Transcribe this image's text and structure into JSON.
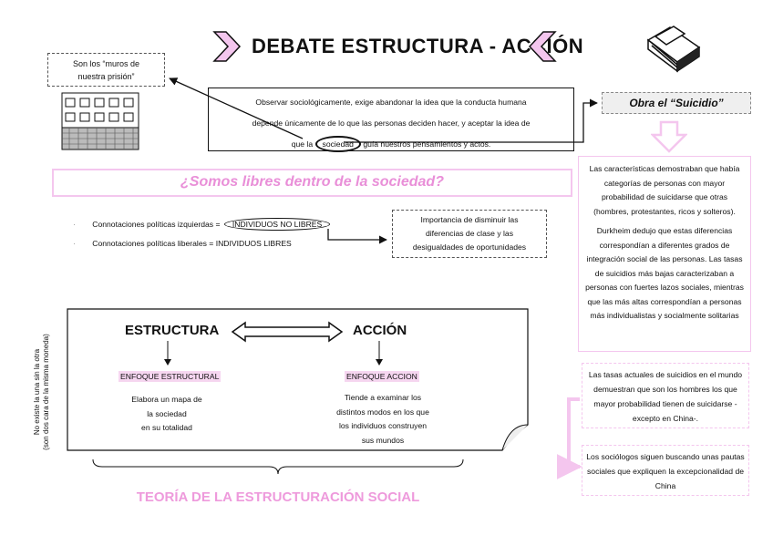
{
  "title": "DEBATE ESTRUCTURA - ACCIÓN",
  "muros": {
    "line1": "Son los “muros de",
    "line2": "nuestra prisión”"
  },
  "main_text": {
    "line1": "Observar sociológicamente, exige abandonar la idea que la conducta humana",
    "line2": "depende únicamente de lo que las personas deciden hacer, y aceptar la idea de",
    "line3_pre": "que la",
    "line3_word": "sociedad",
    "line3_post": "guía nuestros pensamientos y actos."
  },
  "obra": "Obra el “Suicidio”",
  "question": "¿Somos libres dentro de la sociedad?",
  "bullets": {
    "b1_prefix": "Connotaciones políticas izquierdas =",
    "b1_highlight": "INDIVIDUOS NO LIBRES",
    "b2": "Connotaciones políticas liberales = INDIVIDUOS LIBRES",
    "dot": "·"
  },
  "importancia": {
    "line1": "Importancia de disminuir las",
    "line2": "diferencias de clase y las",
    "line3": "desigualdades de oportunidades"
  },
  "pink_right": {
    "p1": "Las características demostraban que había categorías de personas con mayor probabilidad de suicidarse que otras (hombres, protestantes, ricos y solteros).",
    "p2": "Durkheim dedujo que estas diferencias correspondían a diferentes grados de integración social de las personas. Las tasas de suicidios más bajas caracterizaban a personas con fuertes lazos sociales, mientras que las más altas correspondían a personas más individualistas y socialmente solitarias"
  },
  "tasas": "Las tasas actuales de suicidios en el mundo demuestran que son los hombres los que mayor probabilidad tienen de suicidarse -excepto en China-.",
  "sociologos": "Los sociólogos siguen buscando unas pautas sociales que expliquen la excepcionalidad de China",
  "diagram": {
    "estructura": "ESTRUCTURA",
    "accion": "ACCIÓN",
    "enfoque_estructural": "ENFOQUE ESTRUCTURAL",
    "enfoque_accion": "ENFOQUE ACCION",
    "desc_estructura": {
      "l1": "Elabora un mapa de",
      "l2": "la sociedad",
      "l3": "en su totalidad"
    },
    "desc_accion": {
      "l1": "Tiende a examinar los",
      "l2": "distintos modos en los que",
      "l3": "los individuos construyen",
      "l4": "sus mundos"
    }
  },
  "side_label": {
    "line1": "No existe la una sin la otra",
    "line2": "(son dos cara de la misma moneda)"
  },
  "teoria": "TEORÍA DE LA ESTRUCTURACIÓN SOCIAL",
  "colors": {
    "pink_light": "#f4c6ee",
    "pink_text": "#e98fd8",
    "pink_teoria": "#ee9adc",
    "enfoque_bg": "#f6d6f0"
  },
  "icons": [
    "chevron-right-icon",
    "chevron-left-icon",
    "book-icon",
    "building-icon",
    "double-arrow-icon",
    "down-arrow-outline-icon"
  ]
}
